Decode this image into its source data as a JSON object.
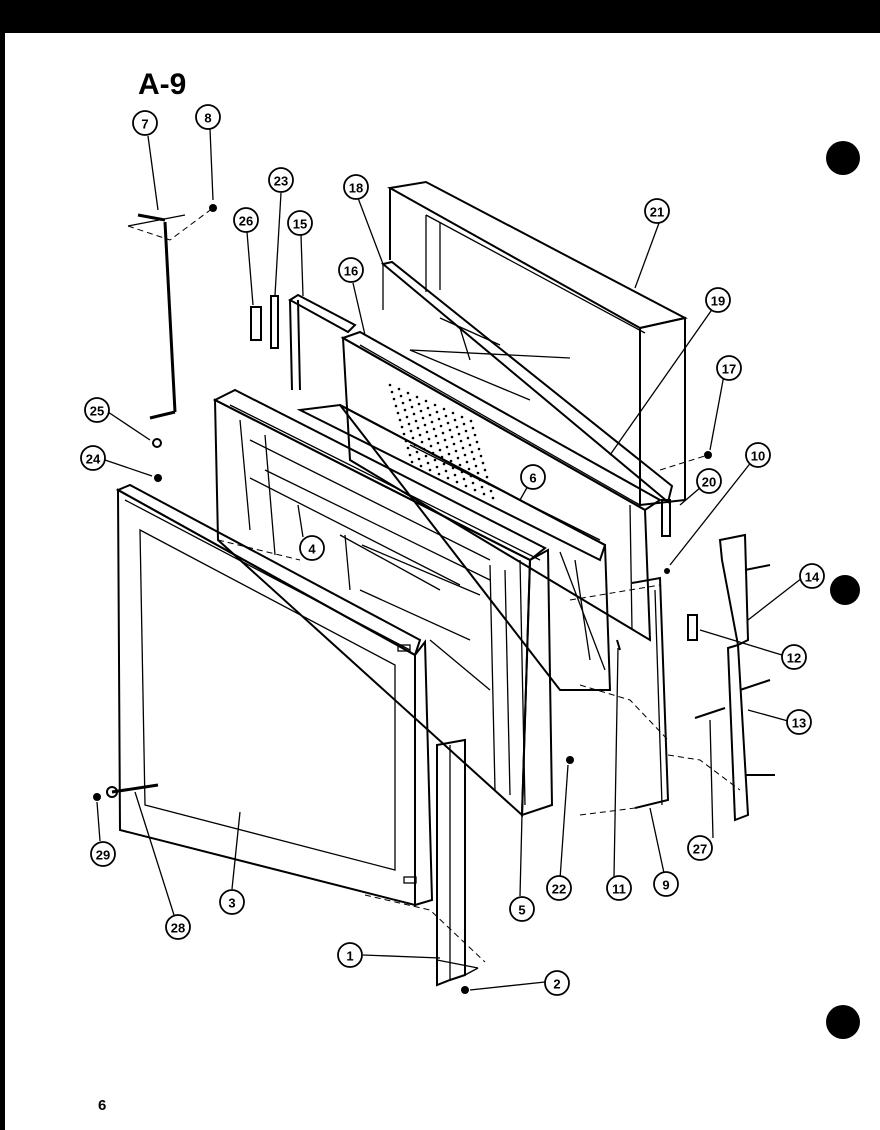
{
  "title": "A-9",
  "page_number": "6",
  "callouts": [
    "1",
    "2",
    "3",
    "4",
    "5",
    "6",
    "7",
    "8",
    "9",
    "10",
    "11",
    "12",
    "13",
    "14",
    "15",
    "16",
    "17",
    "18",
    "19",
    "20",
    "21",
    "22",
    "23",
    "24",
    "25",
    "26",
    "27",
    "28",
    "29"
  ]
}
